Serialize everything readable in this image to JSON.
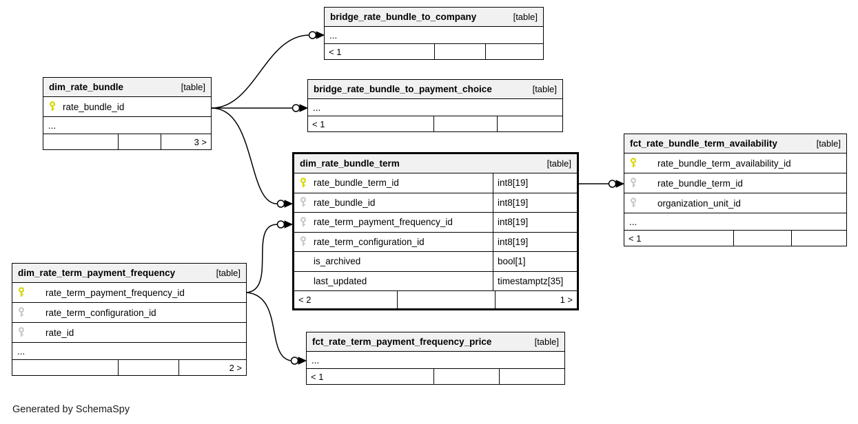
{
  "diagram": {
    "generated_by": "Generated by SchemaSpy",
    "colors": {
      "header_bg": "#f1f1f1",
      "border": "#000000",
      "primary_key": "#d6d600",
      "foreign_key": "#c8c8c8",
      "background": "#ffffff"
    },
    "tables": {
      "dim_rate_bundle": {
        "title": "dim_rate_bundle",
        "badge": "[table]",
        "columns": [
          {
            "name": "rate_bundle_id",
            "key": "primary"
          }
        ],
        "ellipsis": "...",
        "footer_left": "",
        "footer_mid": "",
        "footer_right": "3 >"
      },
      "bridge_company": {
        "title": "bridge_rate_bundle_to_company",
        "badge": "[table]",
        "ellipsis": "...",
        "footer_left": "< 1",
        "footer_mid": "",
        "footer_right": ""
      },
      "bridge_payment": {
        "title": "bridge_rate_bundle_to_payment_choice",
        "badge": "[table]",
        "ellipsis": "...",
        "footer_left": "< 1",
        "footer_mid": "",
        "footer_right": ""
      },
      "term": {
        "title": "dim_rate_bundle_term",
        "badge": "[table]",
        "columns": [
          {
            "name": "rate_bundle_term_id",
            "type": "int8[19]",
            "key": "primary"
          },
          {
            "name": "rate_bundle_id",
            "type": "int8[19]",
            "key": "foreign"
          },
          {
            "name": "rate_term_payment_frequency_id",
            "type": "int8[19]",
            "key": "foreign"
          },
          {
            "name": "rate_term_configuration_id",
            "type": "int8[19]",
            "key": "foreign"
          },
          {
            "name": "is_archived",
            "type": "bool[1]",
            "key": "none"
          },
          {
            "name": "last_updated",
            "type": "timestamptz[35]",
            "key": "none"
          }
        ],
        "footer_left": "< 2",
        "footer_mid": "",
        "footer_right": "1 >"
      },
      "availability": {
        "title": "fct_rate_bundle_term_availability",
        "badge": "[table]",
        "columns": [
          {
            "name": "rate_bundle_term_availability_id",
            "key": "primary"
          },
          {
            "name": "rate_bundle_term_id",
            "key": "foreign"
          },
          {
            "name": "organization_unit_id",
            "key": "foreign"
          }
        ],
        "ellipsis": "...",
        "footer_left": "< 1",
        "footer_mid": "",
        "footer_right": ""
      },
      "freq": {
        "title": "dim_rate_term_payment_frequency",
        "badge": "[table]",
        "columns": [
          {
            "name": "rate_term_payment_frequency_id",
            "key": "primary"
          },
          {
            "name": "rate_term_configuration_id",
            "key": "foreign"
          },
          {
            "name": "rate_id",
            "key": "foreign"
          }
        ],
        "ellipsis": "...",
        "footer_left": "",
        "footer_mid": "",
        "footer_right": "2 >"
      },
      "price": {
        "title": "fct_rate_term_payment_frequency_price",
        "badge": "[table]",
        "ellipsis": "...",
        "footer_left": "< 1",
        "footer_mid": "",
        "footer_right": ""
      }
    },
    "relationships": [
      {
        "from": "dim_rate_bundle.rate_bundle_id",
        "to": "bridge_rate_bundle_to_company"
      },
      {
        "from": "dim_rate_bundle.rate_bundle_id",
        "to": "bridge_rate_bundle_to_payment_choice"
      },
      {
        "from": "dim_rate_bundle.rate_bundle_id",
        "to": "dim_rate_bundle_term.rate_bundle_id"
      },
      {
        "from": "dim_rate_term_payment_frequency.rate_term_payment_frequency_id",
        "to": "dim_rate_bundle_term.rate_term_payment_frequency_id"
      },
      {
        "from": "dim_rate_term_payment_frequency.rate_term_payment_frequency_id",
        "to": "fct_rate_term_payment_frequency_price"
      },
      {
        "from": "dim_rate_bundle_term.rate_bundle_term_id",
        "to": "fct_rate_bundle_term_availability.rate_bundle_term_id"
      }
    ]
  }
}
